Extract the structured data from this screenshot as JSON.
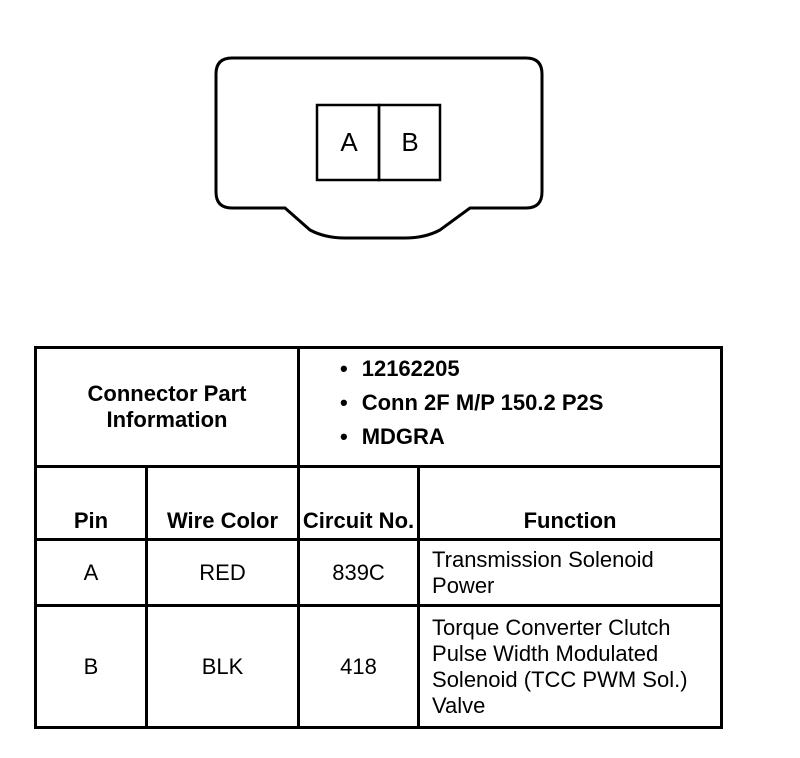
{
  "connector": {
    "pins": [
      "A",
      "B"
    ]
  },
  "table": {
    "part_label": "Connector Part Information",
    "part_items": [
      "12162205",
      "Conn 2F M/P 150.2 P2S",
      "MDGRA"
    ],
    "headers": {
      "pin": "Pin",
      "wire_color": "Wire Color",
      "circuit": "Circuit No.",
      "function": "Function"
    },
    "rows": [
      {
        "pin": "A",
        "wire_color": "RED",
        "circuit": "839C",
        "function": "Transmission Solenoid Power"
      },
      {
        "pin": "B",
        "wire_color": "BLK",
        "circuit": "418",
        "function": "Torque Converter Clutch Pulse Width Modulated Solenoid (TCC PWM Sol.) Valve"
      }
    ]
  }
}
